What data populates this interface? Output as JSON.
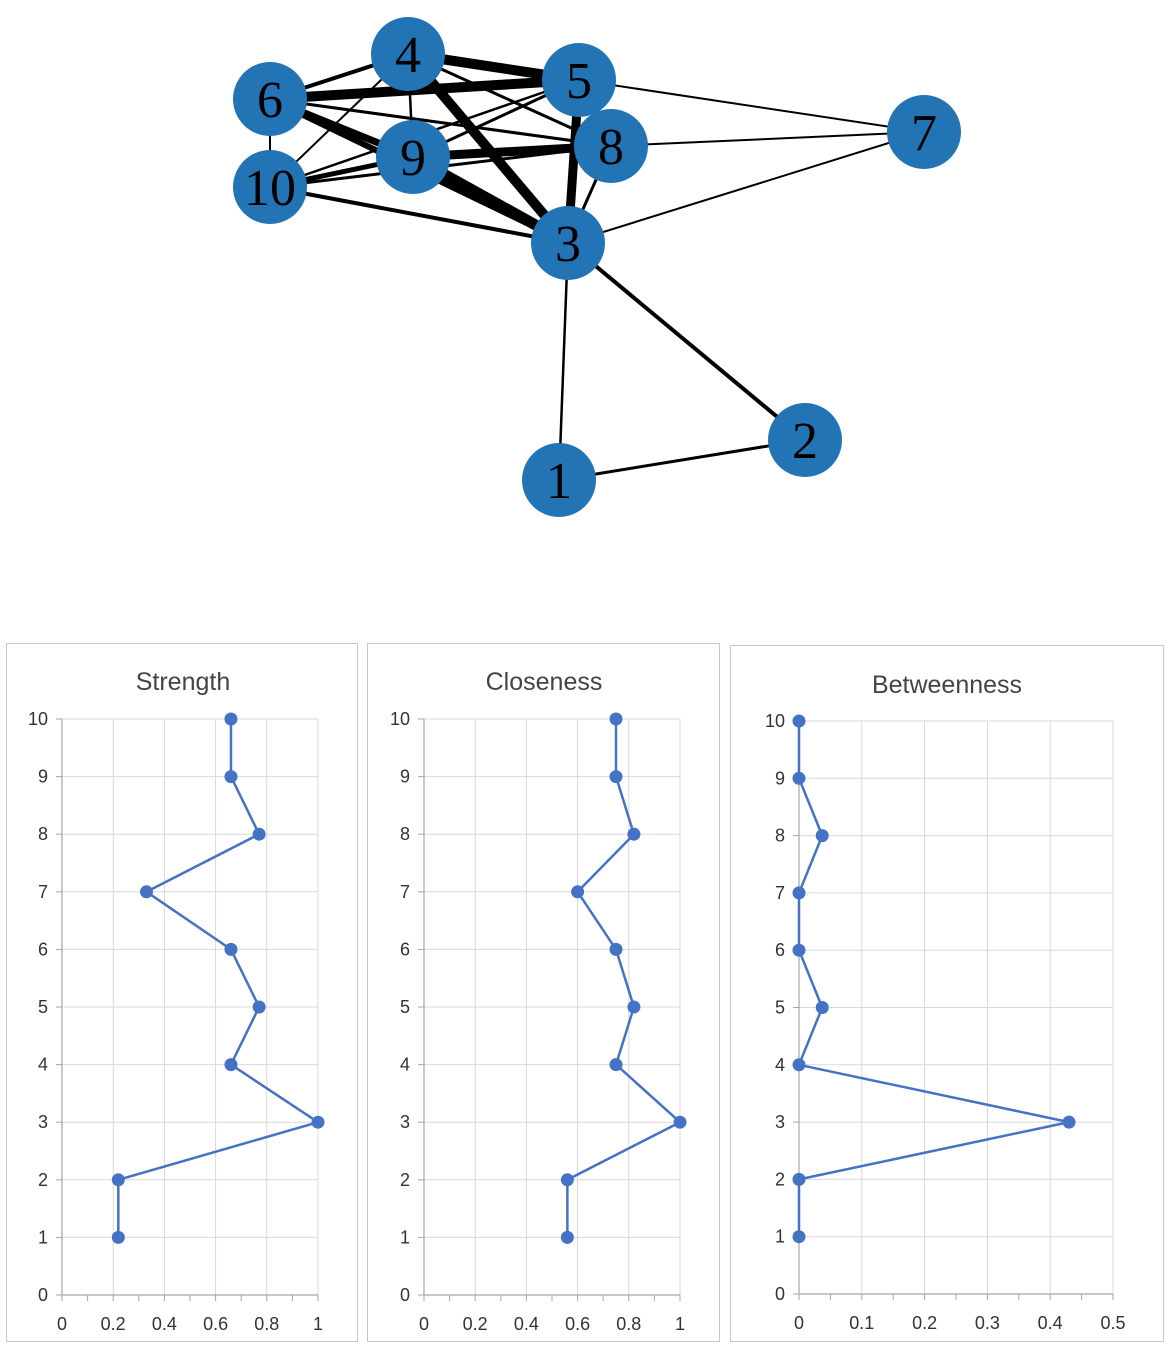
{
  "network": {
    "node_color": "#2374b4",
    "edge_color": "#000000",
    "nodes": [
      {
        "id": "1"
      },
      {
        "id": "2"
      },
      {
        "id": "3"
      },
      {
        "id": "4"
      },
      {
        "id": "5"
      },
      {
        "id": "6"
      },
      {
        "id": "7"
      },
      {
        "id": "8"
      },
      {
        "id": "9"
      },
      {
        "id": "10"
      }
    ],
    "edges": [
      {
        "source": "4",
        "target": "5",
        "weight": 10
      },
      {
        "source": "6",
        "target": "5",
        "weight": 10
      },
      {
        "source": "4",
        "target": "3",
        "weight": 10
      },
      {
        "source": "9",
        "target": "3",
        "weight": 11
      },
      {
        "source": "5",
        "target": "3",
        "weight": 9
      },
      {
        "source": "9",
        "target": "8",
        "weight": 9
      },
      {
        "source": "6",
        "target": "9",
        "weight": 7
      },
      {
        "source": "6",
        "target": "3",
        "weight": 6
      },
      {
        "source": "6",
        "target": "4",
        "weight": 4
      },
      {
        "source": "10",
        "target": "9",
        "weight": 5
      },
      {
        "source": "10",
        "target": "3",
        "weight": 4
      },
      {
        "source": "6",
        "target": "8",
        "weight": 3
      },
      {
        "source": "4",
        "target": "8",
        "weight": 3
      },
      {
        "source": "9",
        "target": "5",
        "weight": 3
      },
      {
        "source": "10",
        "target": "8",
        "weight": 3
      },
      {
        "source": "3",
        "target": "2",
        "weight": 4
      },
      {
        "source": "5",
        "target": "8",
        "weight": 3
      },
      {
        "source": "8",
        "target": "3",
        "weight": 3
      },
      {
        "source": "4",
        "target": "9",
        "weight": 2.5
      },
      {
        "source": "10",
        "target": "5",
        "weight": 2.5
      },
      {
        "source": "10",
        "target": "4",
        "weight": 2
      },
      {
        "source": "6",
        "target": "10",
        "weight": 2
      },
      {
        "source": "5",
        "target": "7",
        "weight": 2
      },
      {
        "source": "8",
        "target": "7",
        "weight": 2
      },
      {
        "source": "3",
        "target": "7",
        "weight": 2
      },
      {
        "source": "3",
        "target": "1",
        "weight": 2.5
      },
      {
        "source": "1",
        "target": "2",
        "weight": 3
      }
    ]
  },
  "chart_data": [
    {
      "type": "line",
      "title": "Strength",
      "color": "#4472c4",
      "xlim": [
        0,
        1
      ],
      "xticks": [
        "0",
        "0.2",
        "0.4",
        "0.6",
        "0.8",
        "1"
      ],
      "ylim": [
        0,
        10
      ],
      "yticks": [
        "0",
        "1",
        "2",
        "3",
        "4",
        "5",
        "6",
        "7",
        "8",
        "9",
        "10"
      ],
      "grid": true,
      "points": [
        {
          "y": 1,
          "x": 0.22
        },
        {
          "y": 2,
          "x": 0.22
        },
        {
          "y": 3,
          "x": 1.0
        },
        {
          "y": 4,
          "x": 0.66
        },
        {
          "y": 5,
          "x": 0.77
        },
        {
          "y": 6,
          "x": 0.66
        },
        {
          "y": 7,
          "x": 0.33
        },
        {
          "y": 8,
          "x": 0.77
        },
        {
          "y": 9,
          "x": 0.66
        },
        {
          "y": 10,
          "x": 0.66
        }
      ]
    },
    {
      "type": "line",
      "title": "Closeness",
      "color": "#4472c4",
      "xlim": [
        0,
        1
      ],
      "xticks": [
        "0",
        "0.2",
        "0.4",
        "0.6",
        "0.8",
        "1"
      ],
      "ylim": [
        0,
        10
      ],
      "yticks": [
        "0",
        "1",
        "2",
        "3",
        "4",
        "5",
        "6",
        "7",
        "8",
        "9",
        "10"
      ],
      "grid": true,
      "points": [
        {
          "y": 1,
          "x": 0.56
        },
        {
          "y": 2,
          "x": 0.56
        },
        {
          "y": 3,
          "x": 1.0
        },
        {
          "y": 4,
          "x": 0.75
        },
        {
          "y": 5,
          "x": 0.82
        },
        {
          "y": 6,
          "x": 0.75
        },
        {
          "y": 7,
          "x": 0.6
        },
        {
          "y": 8,
          "x": 0.82
        },
        {
          "y": 9,
          "x": 0.75
        },
        {
          "y": 10,
          "x": 0.75
        }
      ]
    },
    {
      "type": "line",
      "title": "Betweenness",
      "color": "#4472c4",
      "xlim": [
        0,
        0.5
      ],
      "xticks": [
        "0",
        "0.1",
        "0.2",
        "0.3",
        "0.4",
        "0.5"
      ],
      "ylim": [
        0,
        10
      ],
      "yticks": [
        "0",
        "1",
        "2",
        "3",
        "4",
        "5",
        "6",
        "7",
        "8",
        "9",
        "10"
      ],
      "grid": true,
      "points": [
        {
          "y": 1,
          "x": 0.0
        },
        {
          "y": 2,
          "x": 0.0
        },
        {
          "y": 3,
          "x": 0.43
        },
        {
          "y": 4,
          "x": 0.0
        },
        {
          "y": 5,
          "x": 0.037
        },
        {
          "y": 6,
          "x": 0.0
        },
        {
          "y": 7,
          "x": 0.0
        },
        {
          "y": 8,
          "x": 0.037
        },
        {
          "y": 9,
          "x": 0.0
        },
        {
          "y": 10,
          "x": 0.0
        }
      ]
    }
  ]
}
